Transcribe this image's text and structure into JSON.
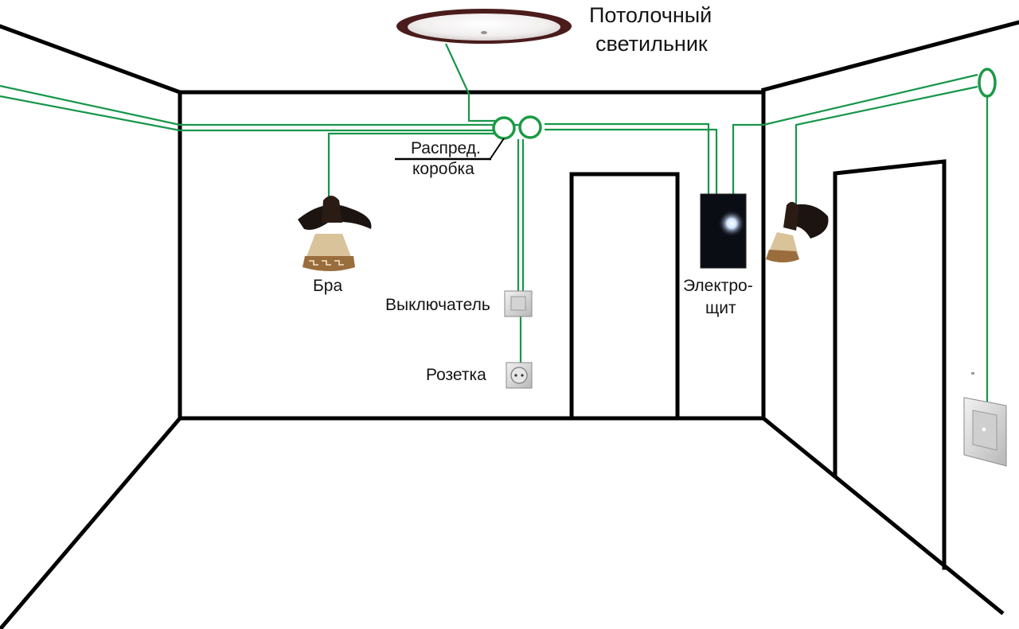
{
  "labels": {
    "ceiling_light": [
      "Потолочный",
      "светильник"
    ],
    "junction_box": [
      "Распред.",
      "коробка"
    ],
    "sconce": "Бра",
    "switch": "Выключатель",
    "socket": "Розетка",
    "panel": [
      "Электро-",
      "щит"
    ]
  },
  "colors": {
    "wire": "#17964a",
    "walls": "#000000",
    "background": "#ffffff"
  }
}
